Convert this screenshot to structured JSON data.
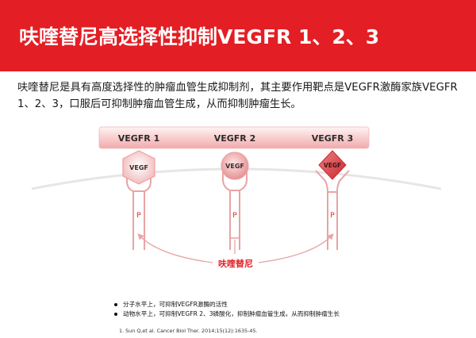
{
  "title": "呋喹替尼高选择性抑制VEGFR 1、2、3",
  "intro": "呋喹替尼是具有高度选择性的肿瘤血管生成抑制剂，其主要作用靶点是VEGFR激酶家族VEGFR 1、2、3，口服后可抑制肿瘤血管生成，从而抑制肿瘤生长。",
  "receptors": [
    {
      "label": "VEGFR 1",
      "ligand": "VEGF",
      "ligand_shape": "hexagon"
    },
    {
      "label": "VEGFR 2",
      "ligand": "VEGF",
      "ligand_shape": "circle"
    },
    {
      "label": "VEGFR 3",
      "ligand": "VEGF",
      "ligand_shape": "diamond"
    }
  ],
  "phospho_label": "P",
  "drug_label": "呋喹替尼",
  "bullets": [
    "分子水平上，可抑制VEGFR激酶的活性",
    "动物水平上，可抑制VEGFR 2、3磷酸化，抑制肿瘤血管生成，从而抑制肿瘤生长"
  ],
  "reference": "1. Sun Q,et al. Cancer Biol Ther. 2014;15(12):1635-45.",
  "colors": {
    "brand_red": "#e31e24",
    "ligand_fill": "#f3c8c8",
    "ligand_dark_fill": "#d7474b",
    "receptor_bar_top": "#fde8e8",
    "receptor_bar_bottom": "#f3b0b2"
  }
}
